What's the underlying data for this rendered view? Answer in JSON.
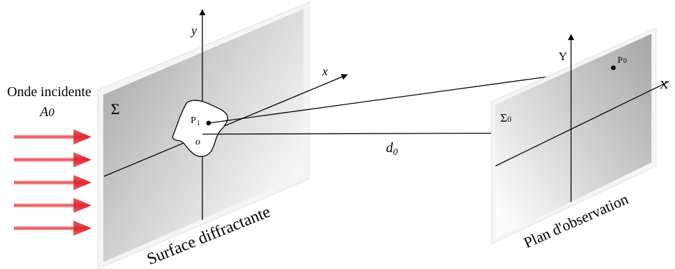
{
  "labels": {
    "incident_wave": "Onde incidente",
    "incident_amplitude_symbol": "A",
    "incident_amplitude_index": "0",
    "source_surface_symbol": "Σ",
    "source_x_axis": "x",
    "source_y_axis": "y",
    "source_origin": "o",
    "source_point": "P",
    "source_point_index": "1",
    "distance_symbol": "d",
    "distance_index": "0",
    "source_surface_name": "Surface diffractante",
    "observation_surface_symbol": "Σ",
    "observation_surface_index": "0",
    "observation_x_axis": "X",
    "observation_y_axis": "Y",
    "observation_point": "P",
    "observation_point_index": "0",
    "observation_plane_name": "Plan d'observation"
  },
  "colors": {
    "incident_arrow": "#e8464a",
    "surface_dark": "#a3a3a3",
    "surface_light": "#ffffff",
    "line": "#000000"
  },
  "incident_arrow_count": 5
}
